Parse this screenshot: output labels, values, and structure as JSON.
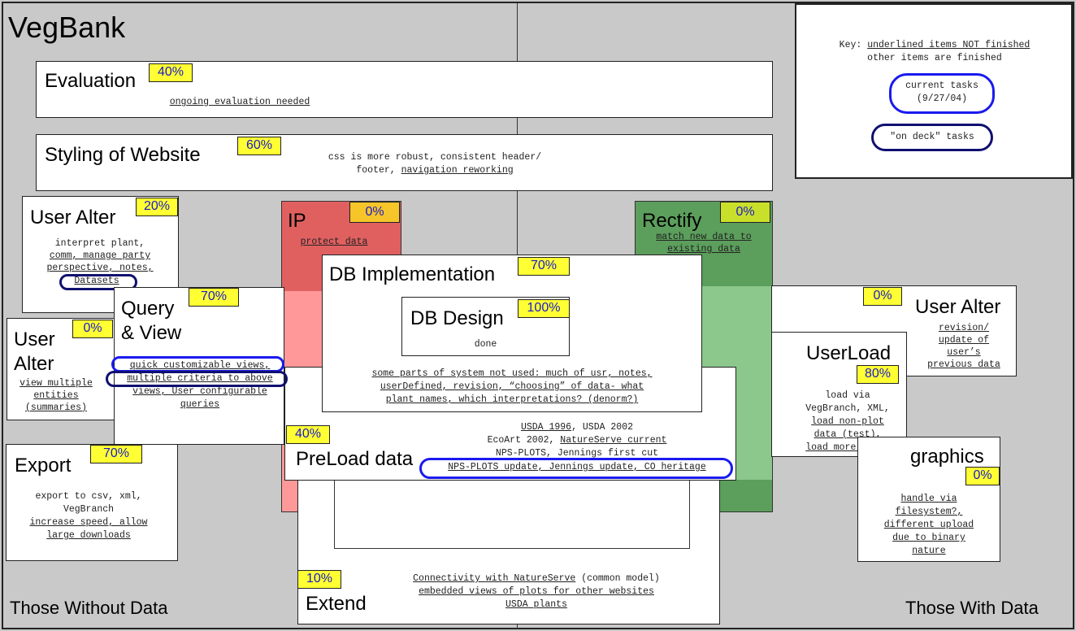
{
  "app_title": "VegBank",
  "regions": {
    "left": "Those Without Data",
    "right": "Those With Data"
  },
  "key": {
    "label": "Key:",
    "underlined": "underlined items NOT finished",
    "finished": "other items are finished",
    "current_line1": "current tasks",
    "current_line2": "(9/27/04)",
    "on_deck": "\"on deck\" tasks"
  },
  "evaluation": {
    "title": "Evaluation",
    "pct": "40%",
    "text": "ongoing evaluation needed"
  },
  "styling": {
    "title": "Styling of Website",
    "pct": "60%",
    "line1": "css is more robust, consistent header/",
    "line2a": "footer, ",
    "line2b": "navigation reworking"
  },
  "user_alter_top": {
    "title": "User Alter",
    "pct": "20%",
    "line1": "interpret plant,",
    "line2": "comm, manage party",
    "line3": "perspective, notes,",
    "line4": "Datasets"
  },
  "user_alter_left": {
    "title_line1": "User",
    "title_line2": "Alter",
    "pct": "0%",
    "line1": "view multiple",
    "line2": "entities",
    "line3": "(summaries)"
  },
  "query": {
    "title_line1": "Query",
    "title_line2": "& View",
    "pct": "70%",
    "line1": "quick customizable views,",
    "line2": "multiple criteria to above",
    "line3": "views, User configurable",
    "line4": "queries"
  },
  "export": {
    "title": "Export",
    "pct": "70%",
    "line1": "export to csv, xml,",
    "line2": "VegBranch",
    "line3": "increase speed, allow",
    "line4": "large downloads"
  },
  "ip": {
    "title": "IP",
    "pct": "0%",
    "text": "protect data"
  },
  "rectify": {
    "title": "Rectify",
    "pct": "0%",
    "line1": "match new data to",
    "line2": "existing data"
  },
  "db_impl": {
    "title": "DB Implementation",
    "pct": "70%",
    "line1": "some parts of system not used: much of usr, notes,",
    "line2": "userDefined, revision, “choosing” of data- what",
    "line3": "plant names, which interpretations? (denorm?)"
  },
  "db_design": {
    "title": "DB Design",
    "pct": "100%",
    "text": "done"
  },
  "preload": {
    "title": "PreLoad data",
    "pct": "40%",
    "l1a": "USDA 1996",
    "l1b": ", USDA 2002",
    "l2a": "EcoArt 2002, ",
    "l2b": "NatureServe current",
    "line3": "NPS-PLOTS, Jennings first cut",
    "line4": "NPS-PLOTS update, Jennings update, CO heritage"
  },
  "user_alter_right": {
    "title": "User Alter",
    "pct": "0%",
    "line1": "revision/",
    "line2": "update of",
    "line3": "user’s",
    "line4": "previous data"
  },
  "userload": {
    "title": "UserLoad",
    "pct": "80%",
    "line1": "load via",
    "line2": "VegBranch, XML,",
    "line3": "load non-plot",
    "line4": "data (test),",
    "line5": "load more plots"
  },
  "graphics": {
    "title": "graphics",
    "pct": "0%",
    "line1": "handle via",
    "line2": "filesystem?,",
    "line3": "different upload",
    "line4": "due to binary",
    "line5": "nature"
  },
  "extend": {
    "title": "Extend",
    "pct": "10%",
    "l1a": "Connectivity with NatureServe",
    "l1b": " (common model)",
    "line2": "embedded views of plots for other websites",
    "line3": "USDA plants"
  },
  "colors": {
    "ip": "#e06060",
    "ip_light": "#f99",
    "rectify": "#5c9e5c",
    "rectify_light": "#8cc88c",
    "pct_fill": "#ffff33",
    "pct_text": "#1a1acc",
    "current": "#1a1aee",
    "on_deck": "#101070"
  }
}
